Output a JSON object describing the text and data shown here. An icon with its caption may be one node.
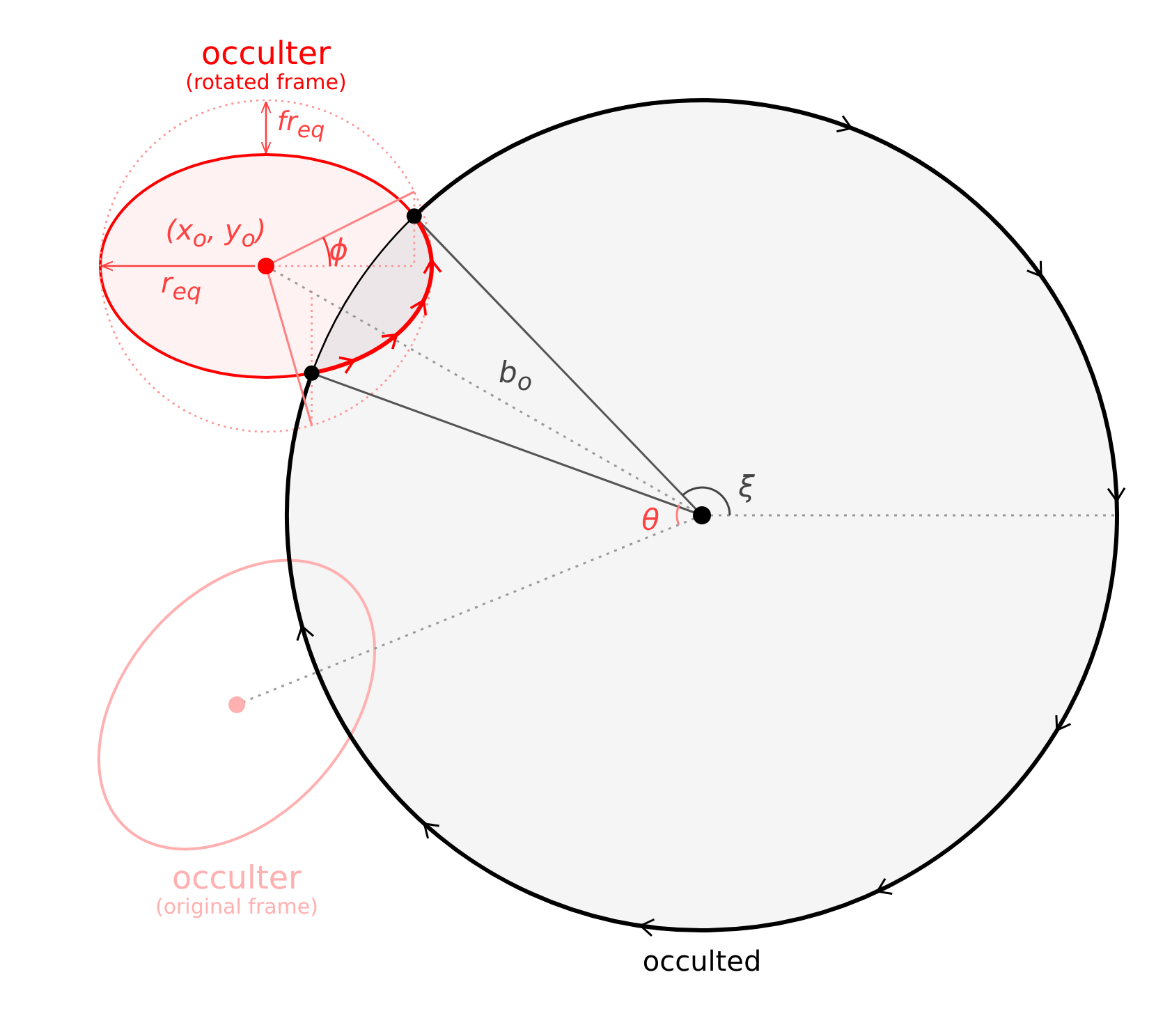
{
  "diagram": {
    "nodes": [
      {
        "text": [
          "occulter",
          "(rotated frame)"
        ]
      },
      {
        "text": [
          "occulted"
        ]
      },
      {
        "text": [
          "occulter",
          "(original frame)"
        ]
      }
    ],
    "edges": [
      {
        "from": 0,
        "to": 1,
        "arrow": "none",
        "style": "dashed",
        "label": "b$_{o}$"
      },
      {
        "from": 1,
        "to": 2,
        "arrow": "none",
        "style": "dashed"
      }
    ],
    "labels": [
      "fr$_{eq}$",
      "(x$_{o}$, y$_{o}$)",
      "r$_{eq}$",
      "ϕ",
      "ξ",
      "θ"
    ]
  }
}
